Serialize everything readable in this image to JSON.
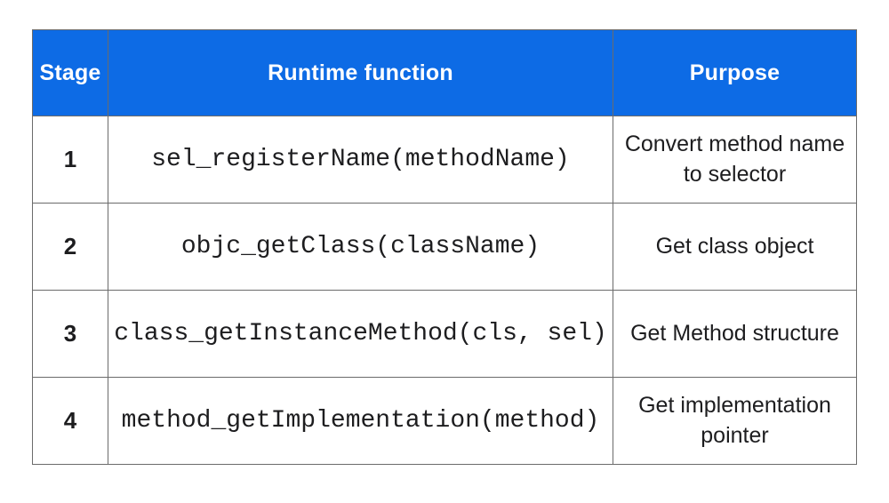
{
  "table": {
    "columns": [
      {
        "label": "Stage"
      },
      {
        "label": "Runtime function"
      },
      {
        "label": "Purpose"
      }
    ],
    "rows": [
      {
        "stage": "1",
        "function": "sel_registerName(methodName)",
        "purpose": "Convert method name to selector"
      },
      {
        "stage": "2",
        "function": "objc_getClass(className)",
        "purpose": "Get class object"
      },
      {
        "stage": "3",
        "function": "class_getInstanceMethod(cls, sel)",
        "purpose": "Get Method structure"
      },
      {
        "stage": "4",
        "function": "method_getImplementation(method)",
        "purpose": "Get implementation pointer"
      }
    ]
  },
  "colors": {
    "background": "#ffffff",
    "header_bg": "#0d6be5",
    "header_text": "#ffffff",
    "border": "#6b6b6b",
    "body_text": "#1d1d1f"
  }
}
